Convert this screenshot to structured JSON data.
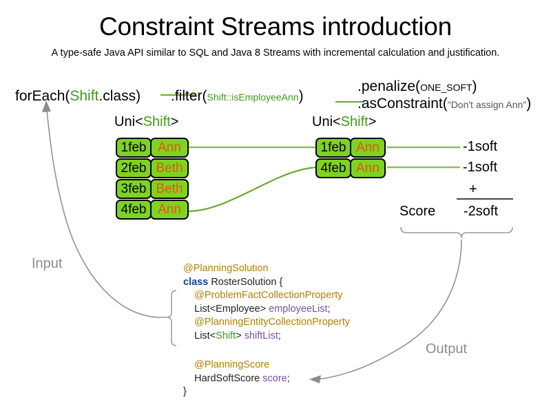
{
  "header": {
    "title": "Constraint Streams introduction",
    "subtitle": "A type-safe Java API similar to SQL and Java 8 Streams with incremental calculation and justification."
  },
  "pipeline": {
    "for_each": {
      "prefix": "forEach(",
      "type": "Shift",
      "suffix": ".class)"
    },
    "filter": {
      "prefix": ".filter(",
      "type": "Shift",
      "method": "::isEmployeeAnn",
      "suffix": ")"
    },
    "penalize": {
      "prefix": ".penalize(",
      "arg": "ONE_SOFT",
      "suffix": ")"
    },
    "as_constraint": {
      "prefix": ".asConstraint(",
      "arg": "\"Don't assign Ann\"",
      "suffix": ")"
    }
  },
  "streams": {
    "left": {
      "label_prefix": "Uni<",
      "label_type": "Shift",
      "label_suffix": ">",
      "rows": [
        {
          "date": "1feb",
          "name": "Ann"
        },
        {
          "date": "2feb",
          "name": "Beth"
        },
        {
          "date": "3feb",
          "name": "Beth"
        },
        {
          "date": "4feb",
          "name": "Ann"
        }
      ]
    },
    "right": {
      "label_prefix": "Uni<",
      "label_type": "Shift",
      "label_suffix": ">",
      "rows": [
        {
          "date": "1feb",
          "name": "Ann"
        },
        {
          "date": "4feb",
          "name": "Ann"
        }
      ]
    }
  },
  "score": {
    "penalties": [
      "-1soft",
      "-1soft"
    ],
    "operator": "+",
    "label": "Score",
    "total": "-2soft"
  },
  "flow_labels": {
    "input": "Input",
    "output": "Output"
  },
  "code": {
    "top": [
      {
        "indent": 1,
        "parts": [
          {
            "t": "@PlanningSolution",
            "c": "anno"
          }
        ]
      },
      {
        "indent": 1,
        "parts": [
          {
            "t": "class ",
            "c": "kw"
          },
          {
            "t": "RosterSolution {",
            "c": "plain"
          }
        ]
      },
      {
        "indent": 2,
        "parts": [
          {
            "t": "@ProblemFactCollectionProperty",
            "c": "anno"
          }
        ]
      },
      {
        "indent": 2,
        "parts": [
          {
            "t": "List<Employee> ",
            "c": "plain"
          },
          {
            "t": "employeeList",
            "c": "field"
          },
          {
            "t": ";",
            "c": "plain"
          }
        ]
      },
      {
        "indent": 2,
        "parts": [
          {
            "t": "@PlanningEntityCollectionProperty",
            "c": "anno"
          }
        ]
      },
      {
        "indent": 2,
        "parts": [
          {
            "t": "List<",
            "c": "plain"
          },
          {
            "t": "Shift",
            "c": "green"
          },
          {
            "t": "> ",
            "c": "plain"
          },
          {
            "t": "shiftList",
            "c": "field"
          },
          {
            "t": ";",
            "c": "plain"
          }
        ]
      }
    ],
    "bottom": [
      {
        "indent": 2,
        "parts": [
          {
            "t": "@PlanningScore",
            "c": "anno"
          }
        ]
      },
      {
        "indent": 2,
        "parts": [
          {
            "t": "HardSoftScore ",
            "c": "plain"
          },
          {
            "t": "score",
            "c": "field"
          },
          {
            "t": ";",
            "c": "plain"
          }
        ]
      },
      {
        "indent": 1,
        "parts": [
          {
            "t": "}",
            "c": "plain"
          }
        ]
      }
    ]
  },
  "colors": {
    "box_green": "#7ed321",
    "box_border": "#000000",
    "name_orange": "#e8550d",
    "type_green": "#3f9c16",
    "connector_green": "#8cc152",
    "annotation_gold": "#b08000",
    "keyword_blue": "#12448f",
    "field_purple": "#7b4fa8",
    "gray_arrow": "#8c8c8c"
  }
}
